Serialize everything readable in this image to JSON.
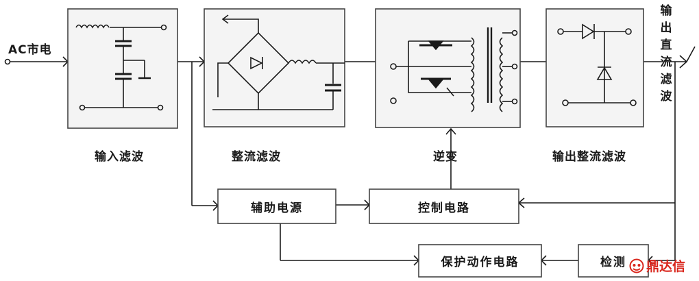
{
  "labels": {
    "ac_input": "AC市电",
    "output_dc": "输出直流滤波",
    "input_filter": "输入滤波",
    "rectifier_filter": "整流滤波",
    "inverter": "逆变",
    "output_rect_filter": "输出整流滤波",
    "aux_power": "辅助电源",
    "control_circuit": "控制电路",
    "protection_circuit": "保护动作电路",
    "detection": "检测"
  },
  "logo": {
    "text": "鼎达信",
    "color": "#d9261c"
  },
  "colors": {
    "line": "#1a1a1a",
    "box_border": "#444444",
    "block_fill": "#f4f4f4"
  }
}
